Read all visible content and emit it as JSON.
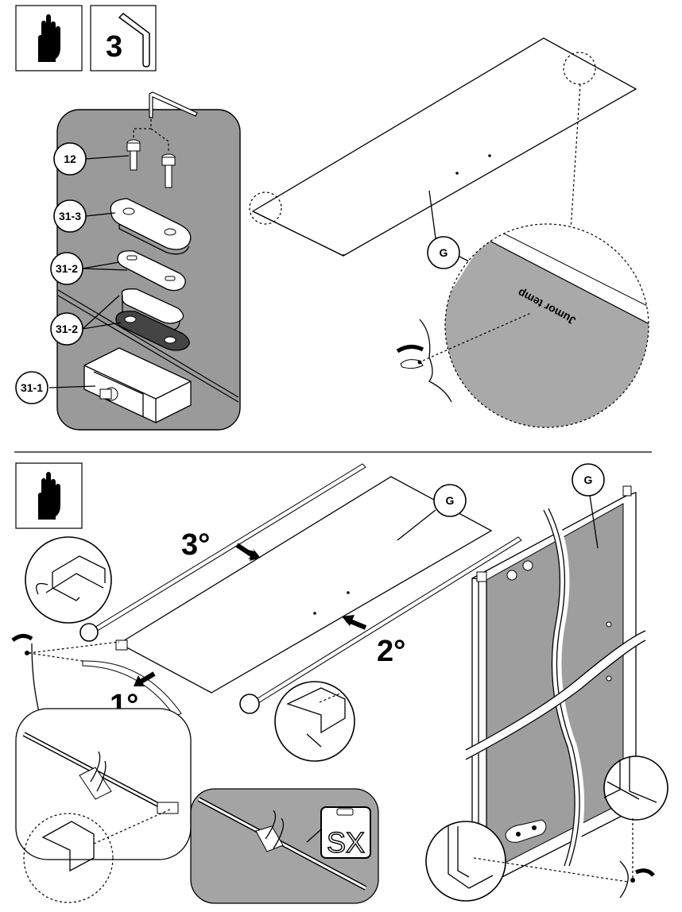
{
  "step_one": {
    "tool_count": "3",
    "parts": {
      "screw": "12",
      "plate_top": "31-3",
      "plate_mid": "31-2",
      "plate_low": "31-2",
      "bracket": "31-1"
    },
    "glass_label": "G",
    "glass_marking": "Jumor temp"
  },
  "step_two": {
    "glass_label_flat": "G",
    "glass_label_door": "G",
    "order_1": "1°",
    "order_2": "2°",
    "order_3": "3°",
    "side_code": "SX"
  }
}
